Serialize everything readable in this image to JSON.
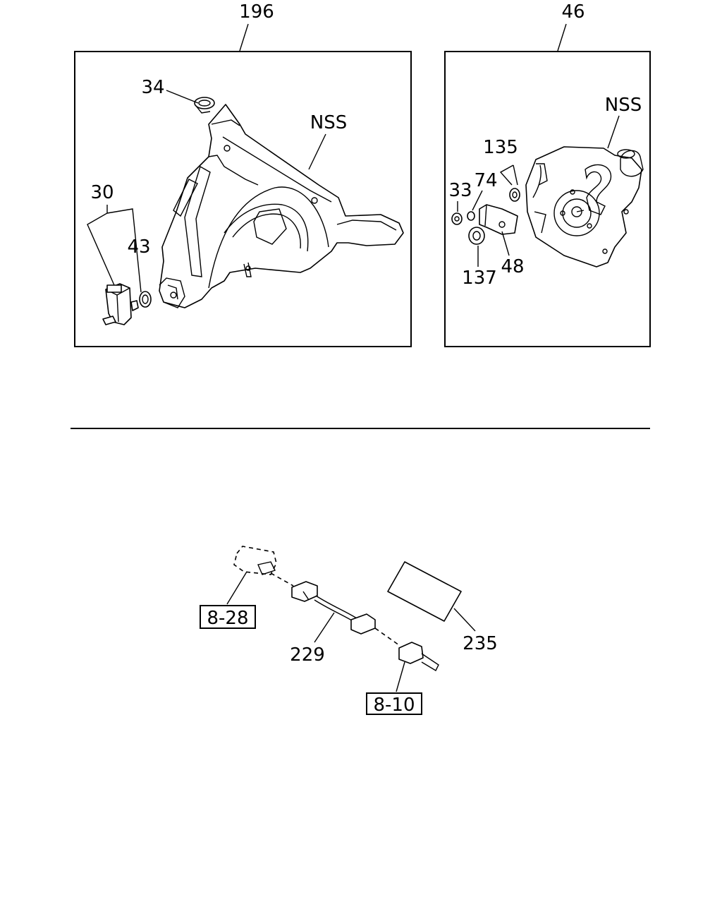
{
  "panels": {
    "left": {
      "number": "196"
    },
    "right": {
      "number": "46"
    }
  },
  "callouts": {
    "p34": "34",
    "nss_left": "NSS",
    "p30": "30",
    "p43": "43",
    "nss_right": "NSS",
    "p135": "135",
    "p33": "33",
    "p74": "74",
    "p137": "137",
    "p48": "48",
    "ref_8_28": "8-28",
    "p229": "229",
    "p235": "235",
    "ref_8_10": "8-10"
  }
}
